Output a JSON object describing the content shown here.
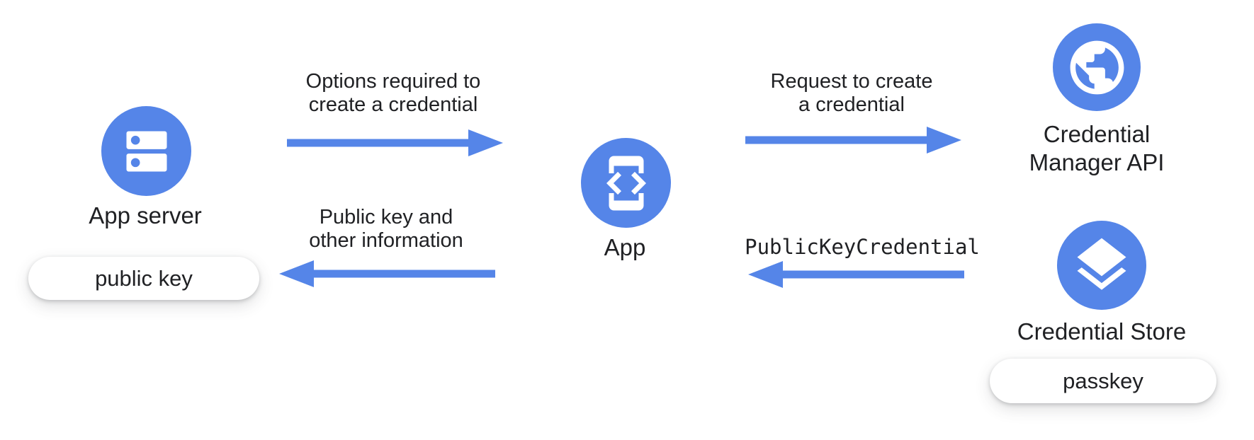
{
  "palette": {
    "blue": "#5585E8",
    "text": "#202124",
    "pill_bg": "#FFFFFF",
    "background": "#FFFFFF"
  },
  "nodes": {
    "app_server": {
      "label": "App server",
      "icon": "server-dns-icon",
      "badge": "public key"
    },
    "app": {
      "label": "App",
      "icon": "phone-code-icon"
    },
    "credential_manager_api": {
      "label": "Credential Manager API",
      "label_lines": [
        "Credential",
        "Manager API"
      ],
      "icon": "globe-icon"
    },
    "credential_store": {
      "label": "Credential Store",
      "icon": "layers-icon",
      "badge": "passkey"
    }
  },
  "arrows": [
    {
      "id": "options-required",
      "direction": "right",
      "from": "app_server",
      "to": "app",
      "label": "Options required to create a credential",
      "lines": [
        "Options required to",
        "create a credential"
      ]
    },
    {
      "id": "request-create",
      "direction": "right",
      "from": "app",
      "to": "credential_manager_api",
      "label": "Request to create a credential",
      "lines": [
        "Request to create",
        "a credential"
      ]
    },
    {
      "id": "public-key-info",
      "direction": "left",
      "from": "app",
      "to": "app_server",
      "label": "Public key and other information",
      "lines": [
        "Public key and",
        "other information"
      ]
    },
    {
      "id": "public-key-credential",
      "direction": "left",
      "from": "credential_manager_api",
      "to": "app",
      "label": "PublicKeyCredential",
      "mono": true,
      "lines": [
        "PublicKeyCredential"
      ]
    }
  ]
}
